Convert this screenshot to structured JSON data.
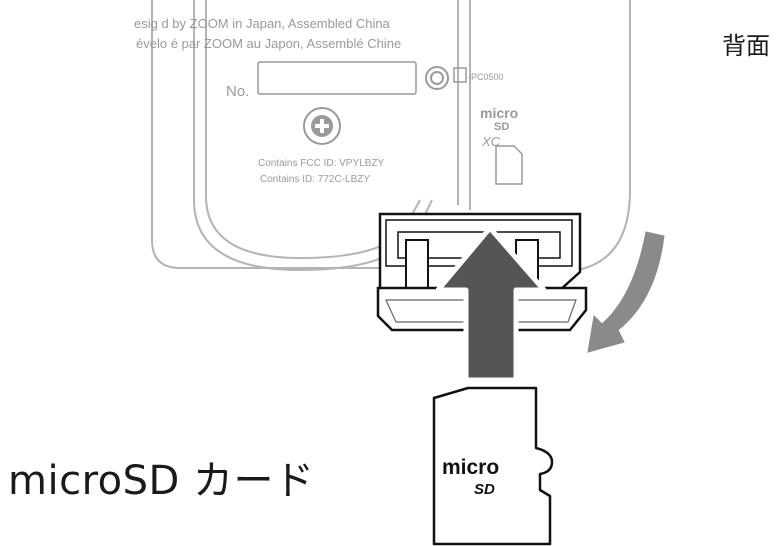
{
  "labels": {
    "back": "背面",
    "card": "microSD カード"
  },
  "device_text": {
    "line1": "esig  d by ZOOM in Japan, Assembled   China",
    "line2": "évelo  é par ZOOM au Japon, Assemblé   Chine",
    "serial_label": "No.",
    "model_code": "-PC0500",
    "fcc_id": "Contains FCC ID: VPYLBZY",
    "ic_id": "Contains ID: 772C-LBZY",
    "logo_micro": "micro",
    "logo_sd": "SD",
    "logo_xc": "XC"
  },
  "card_text": {
    "micro": "micro",
    "sd": "SD"
  },
  "colors": {
    "device_outline": "#b4b4b4",
    "device_text": "#9a9a9a",
    "card_fill": "#ffffff",
    "card_outline": "#111111",
    "insert_arrow_fill": "#555555",
    "rotate_arrow_fill": "#8a8a8a",
    "label_text": "#1a1a1a"
  },
  "icons": {
    "up_arrow": "insert-direction-arrow-icon",
    "rotate_arrow": "close-cover-arrow-icon",
    "screw": "screw-icon",
    "ce_mark": "regulatory-mark-icon"
  }
}
